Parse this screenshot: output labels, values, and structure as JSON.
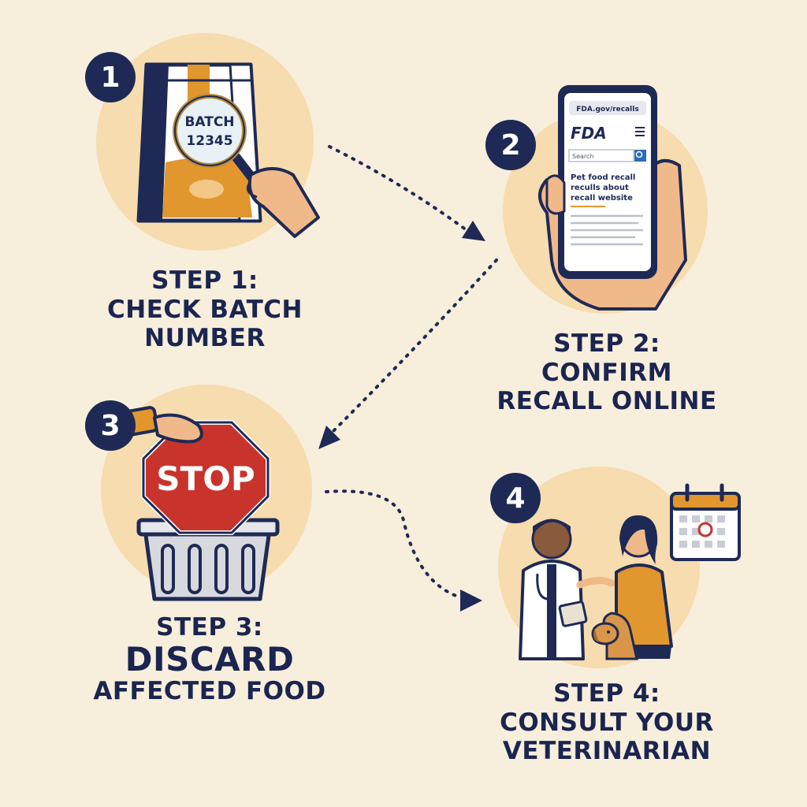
{
  "colors": {
    "background": "#f8eedc",
    "circle": "#f6dcae",
    "navy": "#1e2a55",
    "orange": "#e1962e",
    "stop_red": "#c8332b"
  },
  "steps": [
    {
      "number": "1",
      "line1": "STEP 1:",
      "line2": "CHECK BATCH",
      "line3": "NUMBER",
      "icon": "food-bag-magnifier-icon"
    },
    {
      "number": "2",
      "line1": "STEP 2:",
      "line2": "CONFIRM",
      "line3": "RECALL ONLINE",
      "icon": "phone-recall-site-icon"
    },
    {
      "number": "3",
      "line1": "STEP 3:",
      "line2": "DISCARD",
      "line3": "AFFECTED FOOD",
      "icon": "stop-sign-trash-icon"
    },
    {
      "number": "4",
      "line1": "STEP 4:",
      "line2": "CONSULT YOUR",
      "line3": "VETERINARIAN",
      "icon": "vet-owner-dog-icon"
    }
  ],
  "bag": {
    "batch_label": "BATCH",
    "batch_number": "12345"
  },
  "phone": {
    "url": "FDA.gov/recalls",
    "logo": "FDA",
    "search_placeholder": "Search",
    "heading_line1": "Pet food recall",
    "heading_line2": "reculls about",
    "heading_line3": "recall website"
  },
  "stop_sign": {
    "text": "STOP"
  }
}
